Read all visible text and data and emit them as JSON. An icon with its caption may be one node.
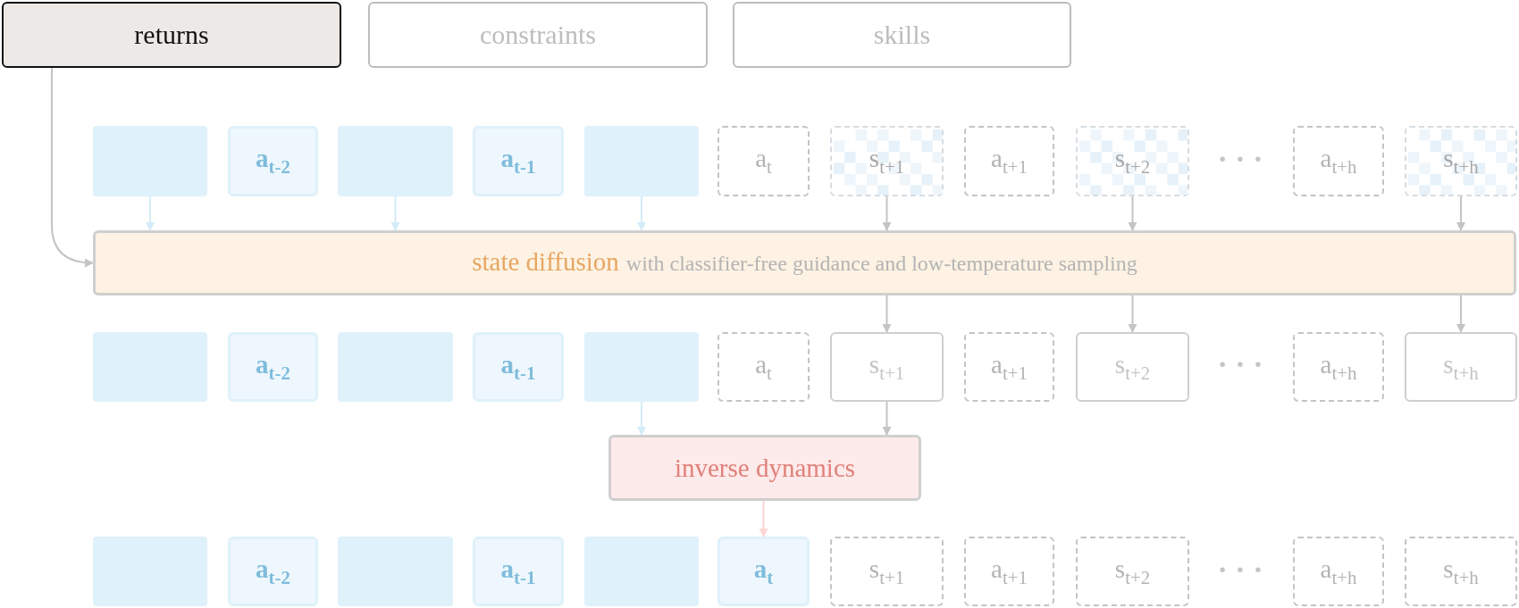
{
  "diagram": {
    "nodes": [
      {
        "text": [
          "returns"
        ]
      },
      {
        "text": [
          "constraints"
        ]
      },
      {
        "text": [
          "skills"
        ]
      },
      {
        "text": [],
        "shape": "box"
      },
      {
        "text": [
          "a$_{t-2}$"
        ]
      },
      {
        "text": [],
        "shape": "box"
      },
      {
        "text": [
          "a$_{t-1}$"
        ]
      },
      {
        "text": [],
        "shape": "box"
      },
      {
        "text": [
          "a$_{t}$"
        ]
      },
      {
        "text": [
          "s$_{t+1}$"
        ]
      },
      {
        "text": [
          "a$_{t+1}$"
        ]
      },
      {
        "text": [
          "s$_{t+2}$"
        ]
      },
      {
        "text": [
          "a$_{t+h}$"
        ]
      },
      {
        "text": [
          "s$_{t+h}$"
        ]
      },
      {
        "text": [
          "state diffusion",
          "with classifier-free guidance and low-temperature sampling"
        ]
      },
      {
        "text": [],
        "shape": "box"
      },
      {
        "text": [
          "a$_{t-2}$"
        ]
      },
      {
        "text": [],
        "shape": "box"
      },
      {
        "text": [
          "a$_{t-1}$"
        ]
      },
      {
        "text": [],
        "shape": "box"
      },
      {
        "text": [
          "a$_{t}$"
        ]
      },
      {
        "text": [
          "s$_{t+1}$"
        ]
      },
      {
        "text": [
          "a$_{t+1}$"
        ]
      },
      {
        "text": [
          "s$_{t+2}$"
        ]
      },
      {
        "text": [
          "a$_{t+h}$"
        ]
      },
      {
        "text": [
          "s$_{t+h}$"
        ]
      },
      {
        "text": [
          "inverse dynamics"
        ]
      },
      {
        "text": [],
        "shape": "box"
      },
      {
        "text": [
          "a$_{t-2}$"
        ]
      },
      {
        "text": [],
        "shape": "box"
      },
      {
        "text": [
          "a$_{t-1}$"
        ]
      },
      {
        "text": [],
        "shape": "box"
      },
      {
        "text": [
          "a$_{t}$"
        ]
      },
      {
        "text": [
          "s$_{t+1}$"
        ]
      },
      {
        "text": [
          "a$_{t+1}$"
        ]
      },
      {
        "text": [
          "s$_{t+2}$"
        ]
      },
      {
        "text": [
          "a$_{t+h}$"
        ]
      },
      {
        "text": [
          "s$_{t+h}$"
        ]
      }
    ],
    "edges": [
      {
        "from": 0,
        "to": 14,
        "arrow": "to"
      },
      {
        "from": 3,
        "to": 14,
        "arrow": "to",
        "color": "#d4ecf9"
      },
      {
        "from": 5,
        "to": 14,
        "arrow": "to",
        "color": "#d4ecf9"
      },
      {
        "from": 7,
        "to": 14,
        "arrow": "to",
        "color": "#d4ecf9"
      },
      {
        "from": 9,
        "to": 14,
        "arrow": "to"
      },
      {
        "from": 11,
        "to": 14,
        "arrow": "to"
      },
      {
        "from": 13,
        "to": 14,
        "arrow": "to"
      },
      {
        "from": 14,
        "to": 21,
        "arrow": "to"
      },
      {
        "from": 14,
        "to": 23,
        "arrow": "to"
      },
      {
        "from": 14,
        "to": 25,
        "arrow": "to"
      },
      {
        "from": 19,
        "to": 26,
        "arrow": "to",
        "color": "#d4ecf9"
      },
      {
        "from": 21,
        "to": 26,
        "arrow": "to"
      },
      {
        "from": 26,
        "to": 32,
        "arrow": "to",
        "color": "#fdd5d3"
      }
    ],
    "labels": [
      "· · ·",
      "· · ·",
      "· · ·"
    ]
  }
}
